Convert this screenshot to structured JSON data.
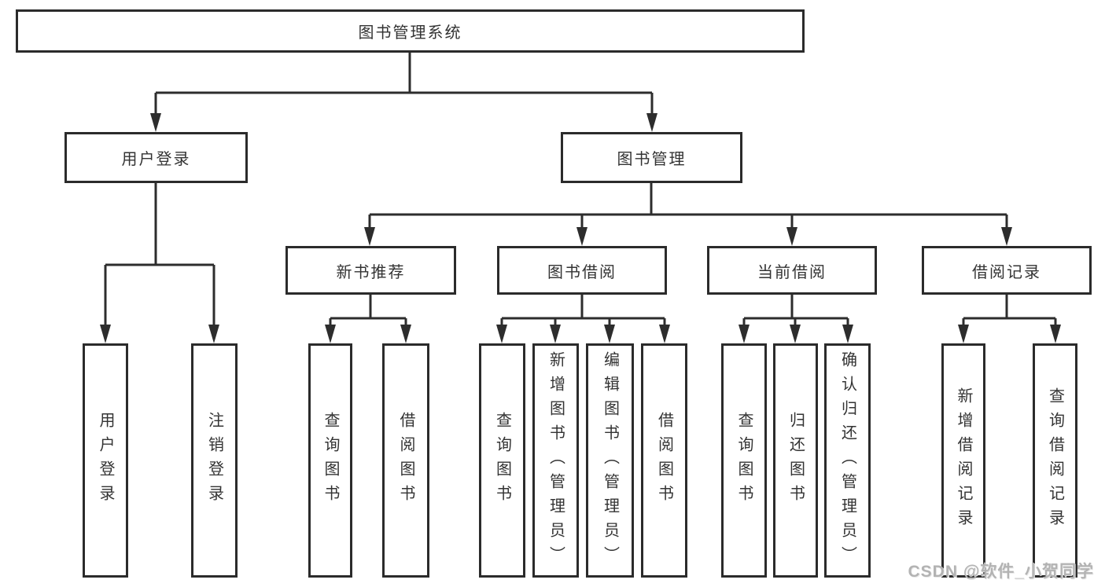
{
  "colors": {
    "background": "#ffffff",
    "line": "#2d2d2d",
    "box_border": "#2b2b2b",
    "text": "#333333",
    "watermark": "#b3b3b3"
  },
  "watermark": {
    "text": "CSDN @软件_小贺同学"
  },
  "tree": {
    "label": "图书管理系统",
    "children": [
      {
        "label": "用户登录",
        "children": [
          {
            "label": "用户登录"
          },
          {
            "label": "注销登录"
          }
        ]
      },
      {
        "label": "图书管理",
        "children": [
          {
            "label": "新书推荐",
            "children": [
              {
                "label": "查询图书"
              },
              {
                "label": "借阅图书"
              }
            ]
          },
          {
            "label": "图书借阅",
            "children": [
              {
                "label": "查询图书"
              },
              {
                "label": "新增图书（管理员）"
              },
              {
                "label": "编辑图书（管理员）"
              },
              {
                "label": "借阅图书"
              }
            ]
          },
          {
            "label": "当前借阅",
            "children": [
              {
                "label": "查询图书"
              },
              {
                "label": "归还图书"
              },
              {
                "label": "确认归还（管理员）"
              }
            ]
          },
          {
            "label": "借阅记录",
            "children": [
              {
                "label": "新增借阅记录"
              },
              {
                "label": "查询借阅记录"
              }
            ]
          }
        ]
      }
    ]
  }
}
